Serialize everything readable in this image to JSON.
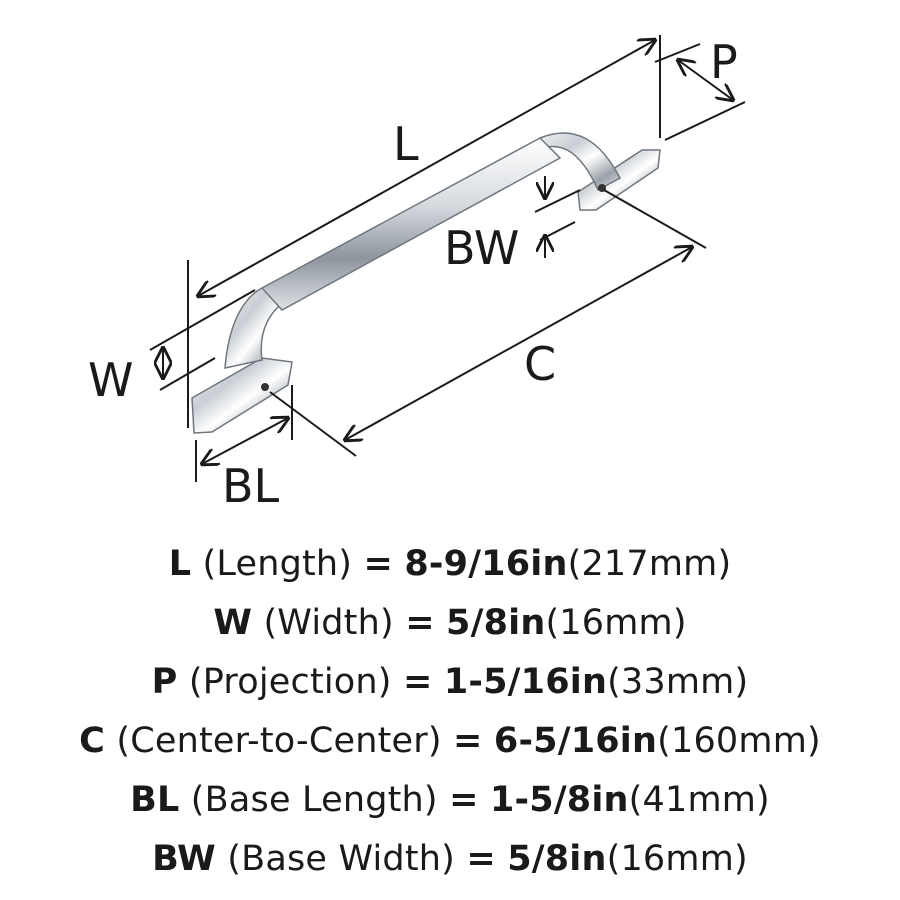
{
  "diagram": {
    "labels": {
      "L": "L",
      "P": "P",
      "W": "W",
      "BW": "BW",
      "C": "C",
      "BL": "BL"
    }
  },
  "specs": [
    {
      "code": "L",
      "name": "(Length)",
      "eq": "=",
      "imperial": "8-9/16in",
      "metric": "(217mm)"
    },
    {
      "code": "W",
      "name": "(Width)",
      "eq": "=",
      "imperial": "5/8in",
      "metric": "(16mm)"
    },
    {
      "code": "P",
      "name": "(Projection)",
      "eq": "=",
      "imperial": "1-5/16in",
      "metric": "(33mm)"
    },
    {
      "code": "C",
      "name": "(Center-to-Center)",
      "eq": "=",
      "imperial": "6-5/16in",
      "metric": "(160mm)"
    },
    {
      "code": "BL",
      "name": "(Base Length)",
      "eq": "=",
      "imperial": "1-5/8in",
      "metric": "(41mm)"
    },
    {
      "code": "BW",
      "name": "(Base Width)",
      "eq": "=",
      "imperial": "5/8in",
      "metric": "(16mm)"
    }
  ]
}
